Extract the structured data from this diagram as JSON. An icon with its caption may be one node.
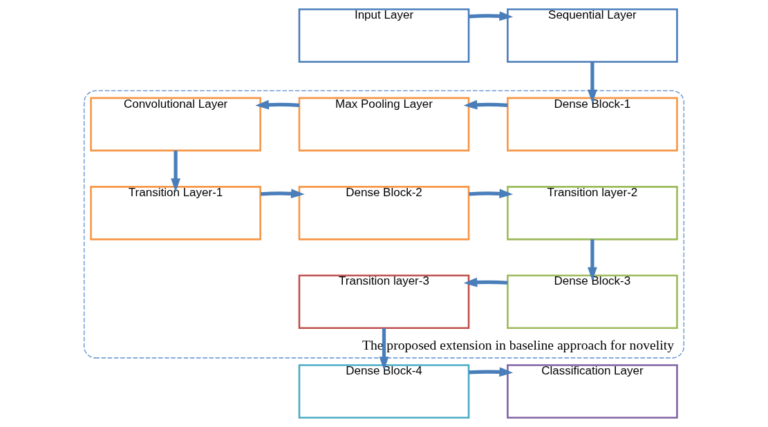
{
  "diagram": {
    "nodes": [
      {
        "text": [
          "Input Layer"
        ]
      },
      {
        "text": [
          "Sequential Layer"
        ]
      },
      {
        "text": [
          "The proposed extension in baseline approach for novelity"
        ]
      },
      {
        "text": [
          "Dense Block-1"
        ],
        "in": 2
      },
      {
        "text": [
          "Max Pooling Layer"
        ],
        "in": 2
      },
      {
        "text": [
          "Convolutional Layer"
        ],
        "in": 2
      },
      {
        "text": [
          "Transition Layer-1"
        ],
        "in": 2
      },
      {
        "text": [
          "Dense Block-2"
        ],
        "in": 2
      },
      {
        "text": [
          "Transition layer-2"
        ],
        "in": 2
      },
      {
        "text": [
          "Dense Block-3"
        ],
        "in": 2
      },
      {
        "text": [
          "Transition layer-3"
        ],
        "in": 2
      },
      {
        "text": [
          "Dense Block-4"
        ]
      },
      {
        "text": [
          "Classification Layer"
        ]
      }
    ],
    "edges": [
      {
        "from": 0,
        "to": 1,
        "arrow": "to"
      },
      {
        "from": 1,
        "to": 3,
        "arrow": "to"
      },
      {
        "from": 3,
        "to": 4,
        "arrow": "to"
      },
      {
        "from": 4,
        "to": 5,
        "arrow": "to"
      },
      {
        "from": 5,
        "to": 6,
        "arrow": "to"
      },
      {
        "from": 6,
        "to": 7,
        "arrow": "to"
      },
      {
        "from": 7,
        "to": 8,
        "arrow": "to"
      },
      {
        "from": 8,
        "to": 9,
        "arrow": "to"
      },
      {
        "from": 9,
        "to": 10,
        "arrow": "to"
      },
      {
        "from": 10,
        "to": 11,
        "arrow": "to"
      },
      {
        "from": 11,
        "to": 12,
        "arrow": "to"
      }
    ]
  }
}
